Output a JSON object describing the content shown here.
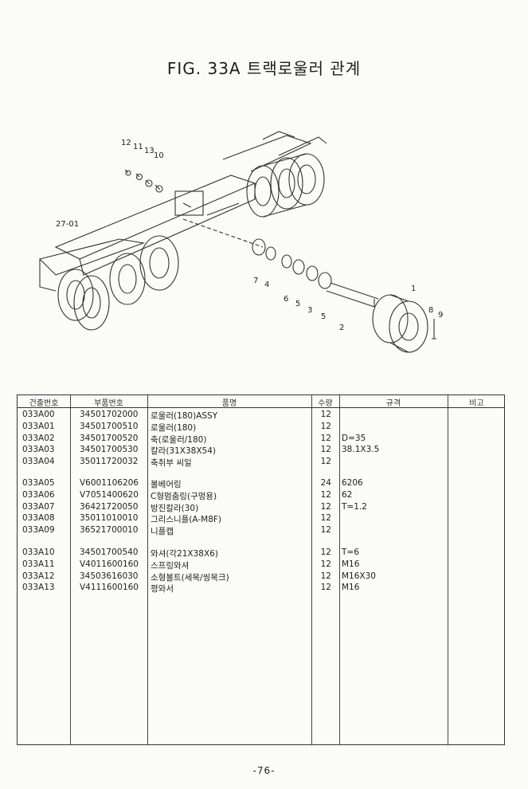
{
  "title": "FIG. 33A 트랙로울러 관계",
  "diagram": {
    "callouts": [
      "12",
      "11",
      "13",
      "10",
      "27-01",
      "7",
      "4",
      "6",
      "5",
      "3",
      "5",
      "2",
      "1",
      "8",
      "9"
    ]
  },
  "table": {
    "headers": [
      "건출번호",
      "부품번호",
      "품명",
      "수량",
      "규격",
      "비고"
    ],
    "rows": [
      {
        "no": "033A00",
        "part": "34501702000",
        "name": "로울러(180)ASSY",
        "qty": "12",
        "spec": ""
      },
      {
        "no": "033A01",
        "part": "34501700510",
        "name": "로울러(180)",
        "qty": "12",
        "spec": ""
      },
      {
        "no": "033A02",
        "part": "34501700520",
        "name": "축(로울러/180)",
        "qty": "12",
        "spec": "D=35"
      },
      {
        "no": "033A03",
        "part": "34501700530",
        "name": "칼라(31X38X54)",
        "qty": "12",
        "spec": "38.1X3.5"
      },
      {
        "no": "033A04",
        "part": "35011720032",
        "name": "축취부 씨일",
        "qty": "12",
        "spec": ""
      },
      {
        "no": "033A05",
        "part": "V6001106206",
        "name": "볼베어링",
        "qty": "24",
        "spec": "6206"
      },
      {
        "no": "033A06",
        "part": "V7051400620",
        "name": "C형멈춤링(구멍용)",
        "qty": "12",
        "spec": "62"
      },
      {
        "no": "033A07",
        "part": "36421720050",
        "name": "방진칼라(30)",
        "qty": "12",
        "spec": "T=1.2"
      },
      {
        "no": "033A08",
        "part": "35011010010",
        "name": "그리스니플(A-M8F)",
        "qty": "12",
        "spec": ""
      },
      {
        "no": "033A09",
        "part": "36521700010",
        "name": "니플캡",
        "qty": "12",
        "spec": ""
      },
      {
        "no": "033A10",
        "part": "34501700540",
        "name": "와셔(각21X38X6)",
        "qty": "12",
        "spec": "T=6"
      },
      {
        "no": "033A11",
        "part": "V4011600160",
        "name": "스프링와셔",
        "qty": "12",
        "spec": "M16"
      },
      {
        "no": "033A12",
        "part": "34503616030",
        "name": "소형볼트(세목/씽목크)",
        "qty": "12",
        "spec": "M16X30"
      },
      {
        "no": "033A13",
        "part": "V4111600160",
        "name": "평와서",
        "qty": "12",
        "spec": "M16"
      }
    ]
  },
  "page_number": "-76-"
}
